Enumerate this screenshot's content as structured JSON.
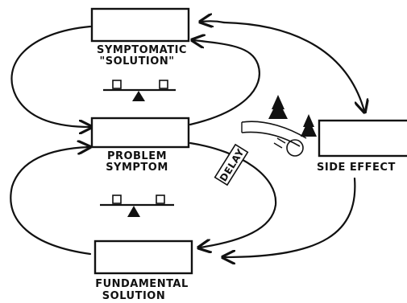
{
  "boxes": {
    "symptomatic_solution": {
      "line1": "SYMPTOMATIC",
      "line2": "\"SOLUTION\""
    },
    "problem_symptom": {
      "line1": "PROBLEM",
      "line2": "SYMPTOM"
    },
    "fundamental_solution": {
      "line1": "FUNDAMENTAL",
      "line2": "SOLUTION"
    },
    "side_effect": {
      "label": "SIDE EFFECT"
    }
  },
  "delay_label": "DELAY",
  "icons": [
    "balance-scale-icon",
    "balance-scale-icon",
    "pine-tree-icon",
    "skier-icon"
  ]
}
